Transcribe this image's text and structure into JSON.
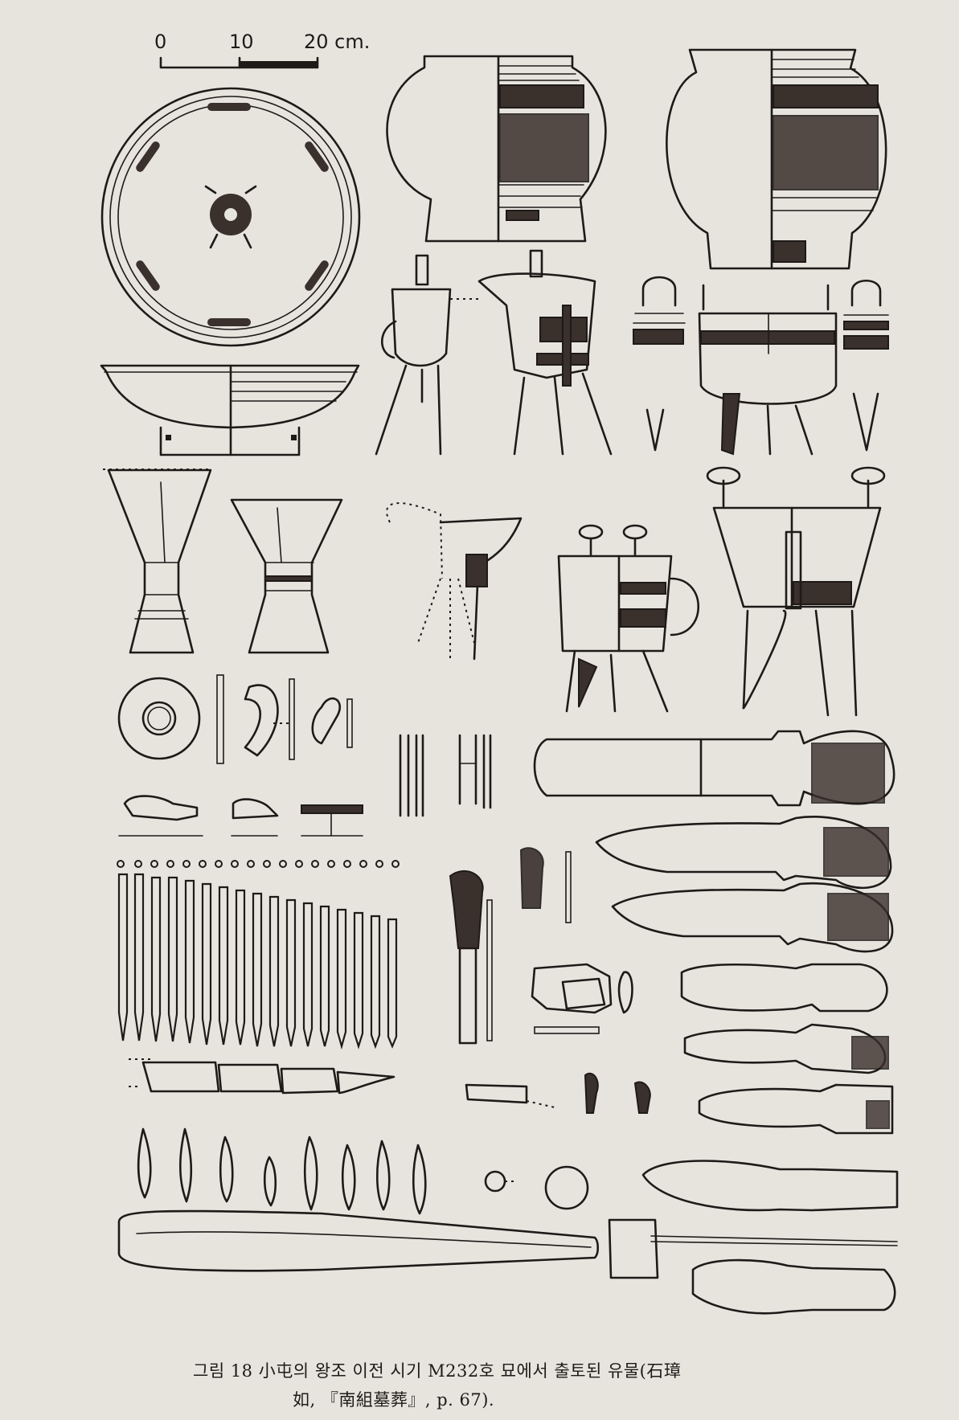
{
  "figure": {
    "scale_bar": {
      "ticks": [
        "0",
        "10",
        "20 cm."
      ]
    },
    "caption": {
      "line1": "그림 18  小屯의 왕조 이전 시기 M232호 묘에서 출토된 유물(石璋",
      "line2": "如, 『南組墓葬』, p. 67)."
    }
  }
}
